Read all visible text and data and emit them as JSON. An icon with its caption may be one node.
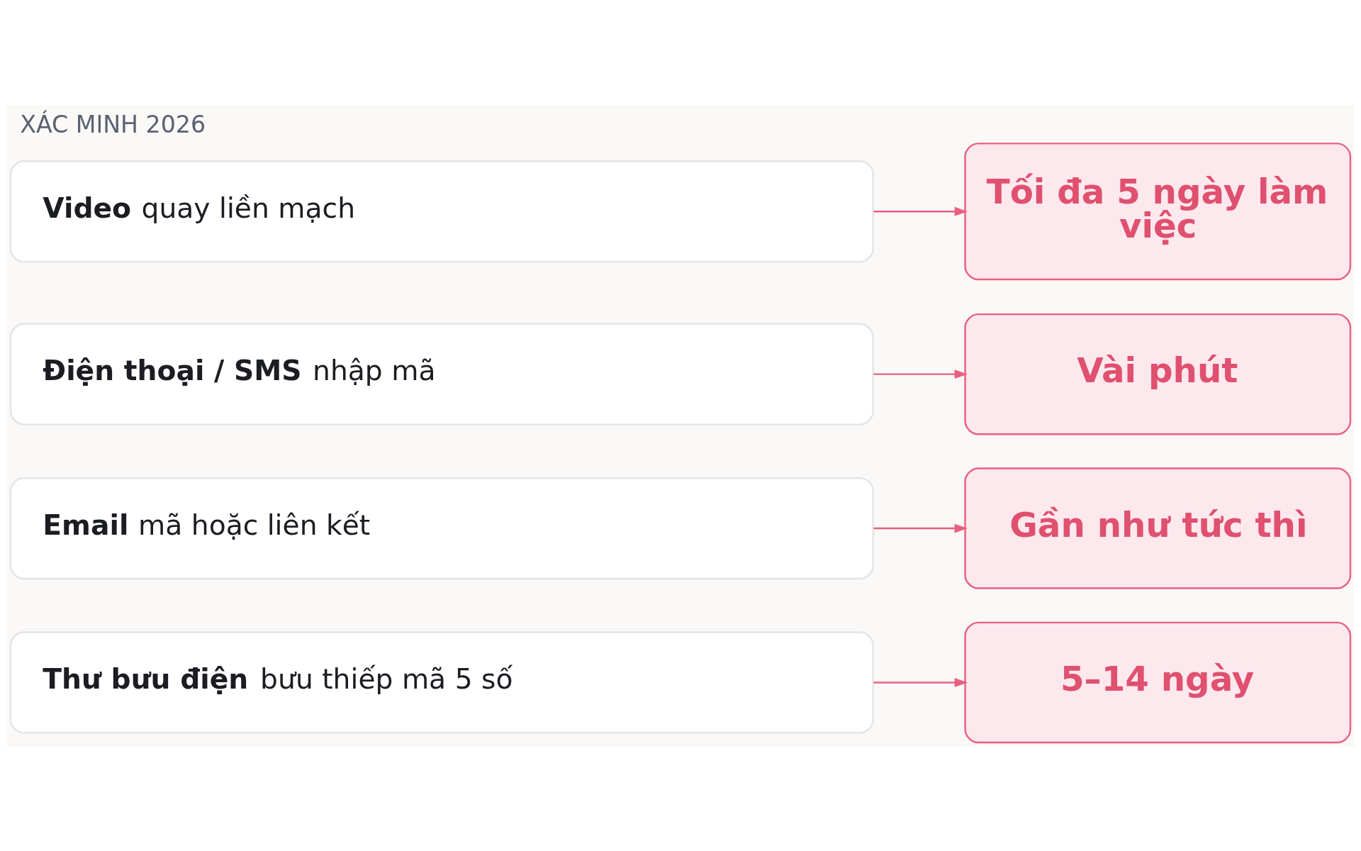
{
  "diagram": {
    "title": "XÁC MINH 2026",
    "nodes": [
      {
        "text": [
          "**Video** quay liền mạch"
        ]
      },
      {
        "text": [
          "Tối đa 5 ngày làm việc"
        ]
      },
      {
        "text": [
          "**Điện thoại / SMS** nhập mã"
        ]
      },
      {
        "text": [
          "Vài phút"
        ]
      },
      {
        "text": [
          "**Email** mã hoặc liên kết"
        ]
      },
      {
        "text": [
          "Gần như tức thì"
        ]
      },
      {
        "text": [
          "**Thư bưu điện** bưu thiếp mã 5 số"
        ]
      },
      {
        "text": [
          "5–14 ngày"
        ]
      }
    ],
    "edges": [
      {
        "from": 0,
        "to": 1,
        "arrow": "to"
      },
      {
        "from": 2,
        "to": 3,
        "arrow": "to"
      },
      {
        "from": 4,
        "to": 5,
        "arrow": "to"
      },
      {
        "from": 6,
        "to": 7,
        "arrow": "to"
      }
    ]
  }
}
